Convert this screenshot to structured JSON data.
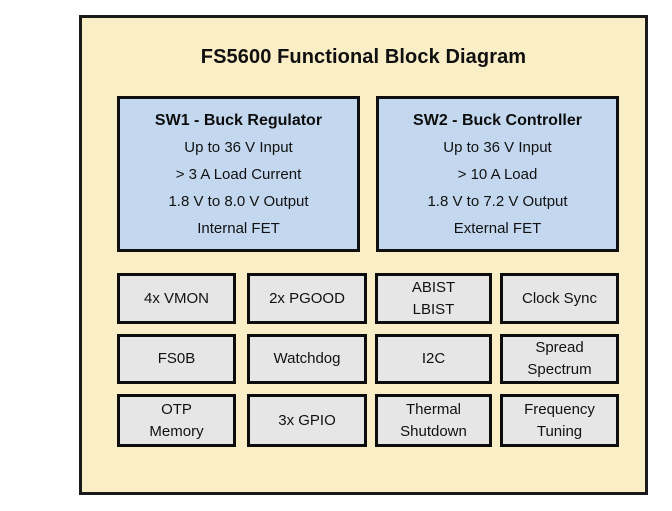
{
  "diagram": {
    "title": "FS5600 Functional Block Diagram",
    "colors": {
      "panel_background": "#faeec6",
      "panel_border": "#1a1a1a",
      "regulator_block_fill": "#c3d8ef",
      "feature_block_fill": "#e6e6e6",
      "block_border": "#0d0d0d",
      "text": "#111111"
    },
    "regulator_blocks": [
      {
        "name": "sw1-buck-regulator",
        "title": "SW1 - Buck Regulator",
        "specs": [
          "Up to 36 V Input",
          "> 3 A Load Current",
          "1.8 V to 8.0 V Output",
          "Internal FET"
        ]
      },
      {
        "name": "sw2-buck-controller",
        "title": "SW2 - Buck Controller",
        "specs": [
          "Up to 36 V Input",
          "> 10 A Load",
          "1.8 V to 7.2 V Output",
          "External FET"
        ]
      }
    ],
    "feature_blocks": [
      {
        "name": "vmon",
        "lines": [
          "4x VMON"
        ]
      },
      {
        "name": "pgood",
        "lines": [
          "2x PGOOD"
        ]
      },
      {
        "name": "abist-lbist",
        "lines": [
          "ABIST",
          "LBIST"
        ]
      },
      {
        "name": "clock-sync",
        "lines": [
          "Clock Sync"
        ]
      },
      {
        "name": "fs0b",
        "lines": [
          "FS0B"
        ]
      },
      {
        "name": "watchdog",
        "lines": [
          "Watchdog"
        ]
      },
      {
        "name": "i2c",
        "lines": [
          "I2C"
        ]
      },
      {
        "name": "spread-spectrum",
        "lines": [
          "Spread",
          "Spectrum"
        ]
      },
      {
        "name": "otp-memory",
        "lines": [
          "OTP",
          "Memory"
        ]
      },
      {
        "name": "gpio",
        "lines": [
          "3x GPIO"
        ]
      },
      {
        "name": "thermal-shutdown",
        "lines": [
          "Thermal",
          "Shutdown"
        ]
      },
      {
        "name": "frequency-tuning",
        "lines": [
          "Frequency",
          "Tuning"
        ]
      }
    ]
  }
}
